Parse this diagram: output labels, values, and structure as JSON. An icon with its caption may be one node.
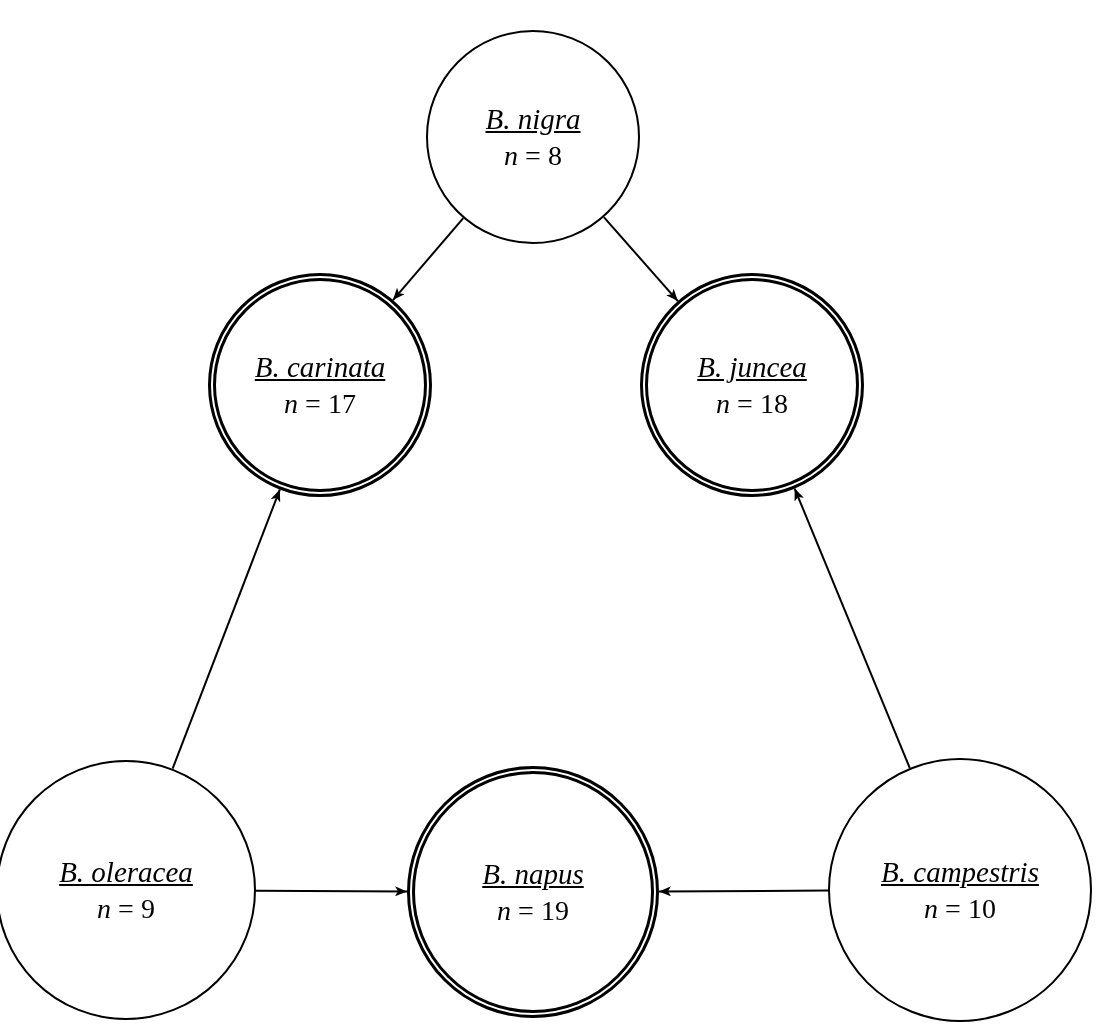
{
  "diagram": {
    "nodes": [
      {
        "text": [
          "B. nigra",
          "*n* = 8"
        ]
      },
      {
        "text": [
          "B. carinata",
          "*n* = 17"
        ]
      },
      {
        "text": [
          "B. juncea",
          "*n* = 18"
        ]
      },
      {
        "text": [
          "B. oleracea",
          "*n* = 9"
        ]
      },
      {
        "text": [
          "B. napus",
          "*n* = 19"
        ]
      },
      {
        "text": [
          "B. campestris",
          "*n* = 10"
        ]
      }
    ],
    "edges": [
      {
        "from": 0,
        "to": 1,
        "arrow": "to"
      },
      {
        "from": 0,
        "to": 2,
        "arrow": "to"
      },
      {
        "from": 3,
        "to": 1,
        "arrow": "to"
      },
      {
        "from": 5,
        "to": 2,
        "arrow": "to"
      },
      {
        "from": 3,
        "to": 4,
        "arrow": "to"
      },
      {
        "from": 5,
        "to": 4,
        "arrow": "to"
      }
    ]
  }
}
